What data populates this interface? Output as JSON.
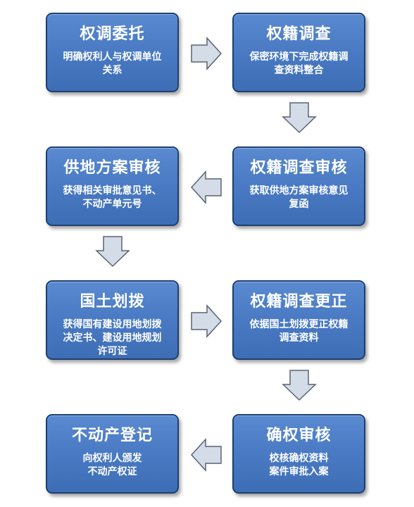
{
  "steps": [
    {
      "title": "权调委托",
      "desc": "明确权利人与权调单位\n关系"
    },
    {
      "title": "权籍调查",
      "desc": "保密环境下完成权籍调\n查资料整合"
    },
    {
      "title": "权籍调查审核",
      "desc": "获取供地方案审核意见\n复函"
    },
    {
      "title": "供地方案审核",
      "desc": "获得相关审批意见书、\n不动产单元号"
    },
    {
      "title": "国土划拨",
      "desc": "获得国有建设用地划拨\n决定书、建设用地规划\n许可证"
    },
    {
      "title": "权籍调查更正",
      "desc": "依据国土划拨更正权籍\n调查资料"
    },
    {
      "title": "确权审核",
      "desc": "校核确权资料\n案件审批入案"
    },
    {
      "title": "不动产登记",
      "desc": "向权利人颁发\n不动产权证"
    }
  ],
  "colors": {
    "box_fill": "#4a7bc4",
    "box_border": "#1d3f72",
    "arrow_fill": "#d4dce8",
    "arrow_stroke": "#5a6472"
  }
}
